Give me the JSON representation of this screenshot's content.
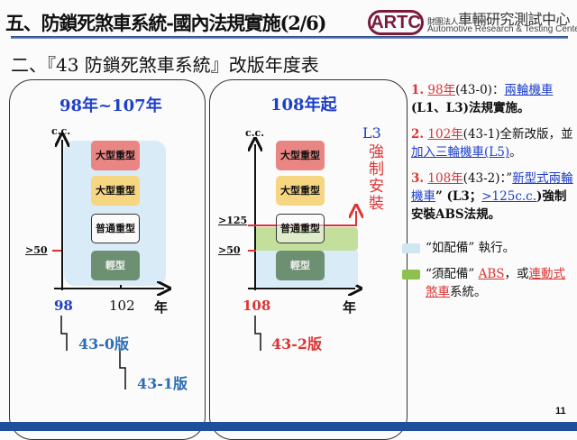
{
  "header": {
    "title": "五、防鎖死煞車系統-國內法規實施(2/6)",
    "logo": "ARTC",
    "org_prefix": "財團法人",
    "org_name": "車輛研究測試中心",
    "org_en": "Automotive Research & Testing Center"
  },
  "subtitle": "二、『43 防鎖死煞車系統』改版年度表",
  "left_panel": {
    "title": "98年~107年",
    "y_axis": "c.c.",
    "threshold": ">50",
    "x_ticks": [
      "98",
      "102"
    ],
    "x_axis": "年",
    "boxes": [
      "大型重型",
      "大型重型",
      "普通重型",
      "輕型"
    ],
    "versions": [
      "43-0版",
      "43-1版"
    ]
  },
  "right_panel": {
    "title": "108年起",
    "y_axis": "c.c.",
    "thresholds": [
      ">125",
      ">50"
    ],
    "x_tick": "108",
    "x_axis": "年",
    "boxes": [
      "大型重型",
      "大型重型",
      "普通重型",
      "輕型"
    ],
    "l3": "L3",
    "mandatory": "強制安裝",
    "version": "43-2版"
  },
  "notes": [
    {
      "num": "1.",
      "year": "98年",
      "code": "(43-0)：",
      "link": "兩輪機車",
      "rest": "(L1、L3)法規實施。"
    },
    {
      "num": "2.",
      "year": "102年",
      "code": "(43-1)全新改版，並",
      "link": "加入三輪機車(L5)",
      "rest": "。"
    },
    {
      "num": "3.",
      "year": "108年",
      "code": "(43-2)：”",
      "link": "新型式兩輪機車",
      "mid": "” (L3；",
      "link2": ">125c.c.",
      "rest": ")強制安裝ABS法規。"
    }
  ],
  "legend": [
    {
      "color": "#cfe6f3",
      "text": "“如配備” 執行。"
    },
    {
      "color": "#8dc04f",
      "pre": "“須配備” ",
      "link": "ABS",
      "mid": "，或",
      "link2": "連動式煞車",
      "rest": "系統。"
    }
  ],
  "colors": {
    "blue": "#1d3fc9",
    "red": "#d33",
    "footer": "#1f4e9a"
  },
  "page_number": "11"
}
